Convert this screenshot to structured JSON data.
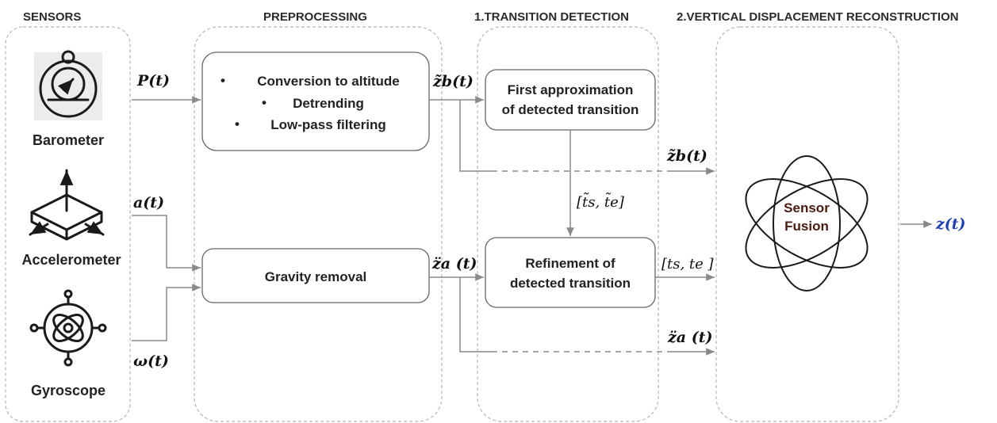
{
  "headers": {
    "sensors": "SENSORS",
    "preprocessing": "PREPROCESSING",
    "transition": "1.TRANSITION DETECTION",
    "reconstruction": "2.VERTICAL DISPLACEMENT RECONSTRUCTION"
  },
  "sensors": {
    "barometer": "Barometer",
    "accelerometer": "Accelerometer",
    "gyroscope": "Gyroscope"
  },
  "signals": {
    "pressure": "P(t)",
    "acceleration": "a(t)",
    "angular_rate": "ω(t)",
    "zb": "z̃b(t)",
    "za": "z̈a (t)",
    "approx_interval": "[t̃s, t̃e]",
    "refined_interval": "[ts, te ]",
    "output": "z(t)"
  },
  "preprocessing": {
    "steps": [
      "Conversion to altitude",
      "Detrending",
      "Low-pass filtering"
    ],
    "gravity": "Gravity removal"
  },
  "transition": {
    "first_line1": "First approximation",
    "first_line2": "of detected transition",
    "refine_line1": "Refinement of",
    "refine_line2": "detected transition"
  },
  "fusion": {
    "line1": "Sensor",
    "line2": "Fusion"
  },
  "colors": {
    "output": "#1f3fb0",
    "fusion_text": "#4a1a10",
    "arrows": "#8a8a8a"
  }
}
